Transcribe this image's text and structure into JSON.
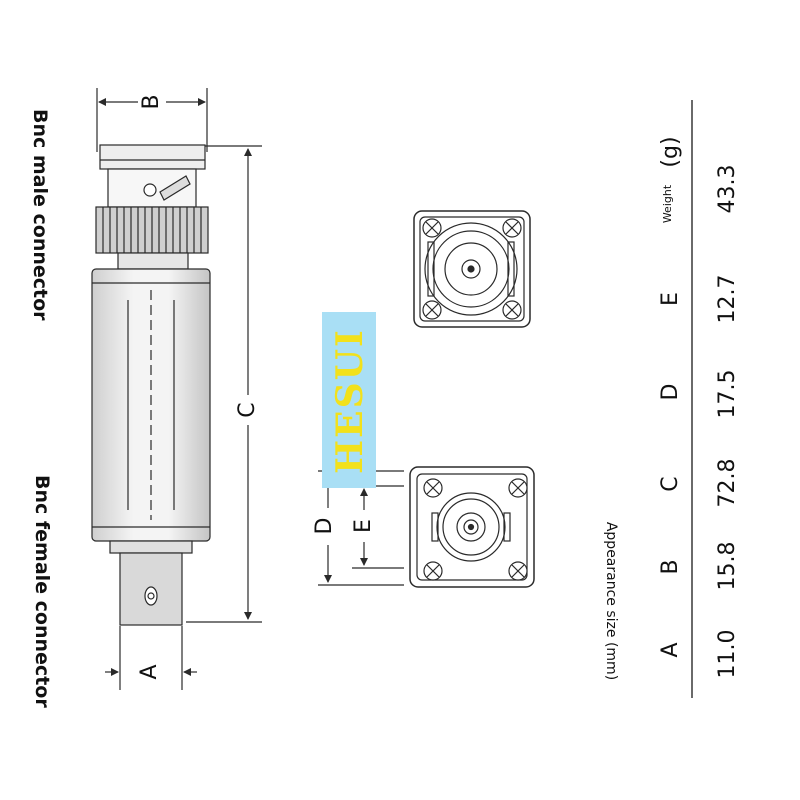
{
  "labels": {
    "male": "Bnc male connector",
    "female": "Bnc female connector",
    "caption": "Appearance size (mm)"
  },
  "dimension_letters": {
    "A": "A",
    "B": "B",
    "C": "C",
    "D": "D",
    "E": "E"
  },
  "watermark": "HESUI",
  "table": {
    "headers": [
      "A",
      "B",
      "C",
      "D",
      "E"
    ],
    "values": [
      "11.0",
      "15.8",
      "72.8",
      "17.5",
      "12.7"
    ],
    "weight_label": "Weight",
    "weight_unit": "(g)",
    "weight_value": "43.3"
  },
  "colors": {
    "line": "#2a2a2a",
    "watermark_bg": "#a9dff5",
    "watermark_text": "#f2e11b"
  },
  "icons": [
    "screw-icon",
    "bnc-male-front-icon",
    "bnc-female-front-icon"
  ]
}
